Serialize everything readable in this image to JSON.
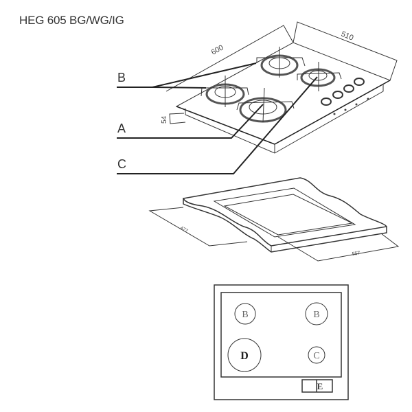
{
  "title": "HEG 605 BG/WG/IG",
  "hob_view": {
    "labels": {
      "b": "B",
      "a": "A",
      "c": "C"
    },
    "dimensions": {
      "width": "600",
      "depth": "510",
      "height": "54"
    }
  },
  "cutout_view": {
    "dimensions": {
      "depth": "477",
      "width": "557"
    }
  },
  "plan_view": {
    "burners": [
      "B",
      "B",
      "D",
      "C"
    ],
    "control": "E"
  }
}
